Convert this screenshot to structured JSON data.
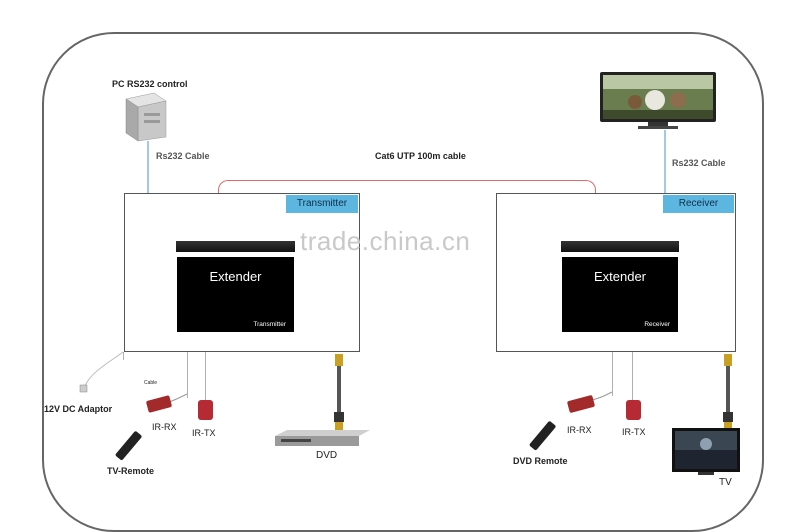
{
  "labels": {
    "pc": "PC RS232 control",
    "rs232_left": "Rs232 Cable",
    "rs232_right": "Rs232 Cable",
    "cat6": "Cat6 UTP 100m cable",
    "adaptor": "12V DC Adaptor",
    "cable": "Cable",
    "irrx_left": "IR-RX",
    "irtx_left": "IR-TX",
    "tv_remote": "TV-Remote",
    "dvd": "DVD",
    "irrx_right": "IR-RX",
    "irtx_right": "IR-TX",
    "dvd_remote": "DVD Remote",
    "tv": "TV",
    "watermark": "trade.china.cn"
  },
  "transmitter": {
    "tag": "Transmitter",
    "title": "Extender",
    "sub": "Transmitter"
  },
  "receiver": {
    "tag": "Receiver",
    "title": "Extender",
    "sub": "Receiver"
  },
  "icons": [
    "pc-tower-icon",
    "monitor-icon",
    "dc-adaptor-icon",
    "ir-receiver-icon",
    "ir-transmitter-icon",
    "remote-control-icon",
    "dvd-player-icon",
    "hdmi-cable-icon",
    "tv-icon"
  ],
  "colors": {
    "tag": "#5cb6e0",
    "cat6_line": "#e06a6a",
    "rs232_line": "#9fc9e4"
  }
}
